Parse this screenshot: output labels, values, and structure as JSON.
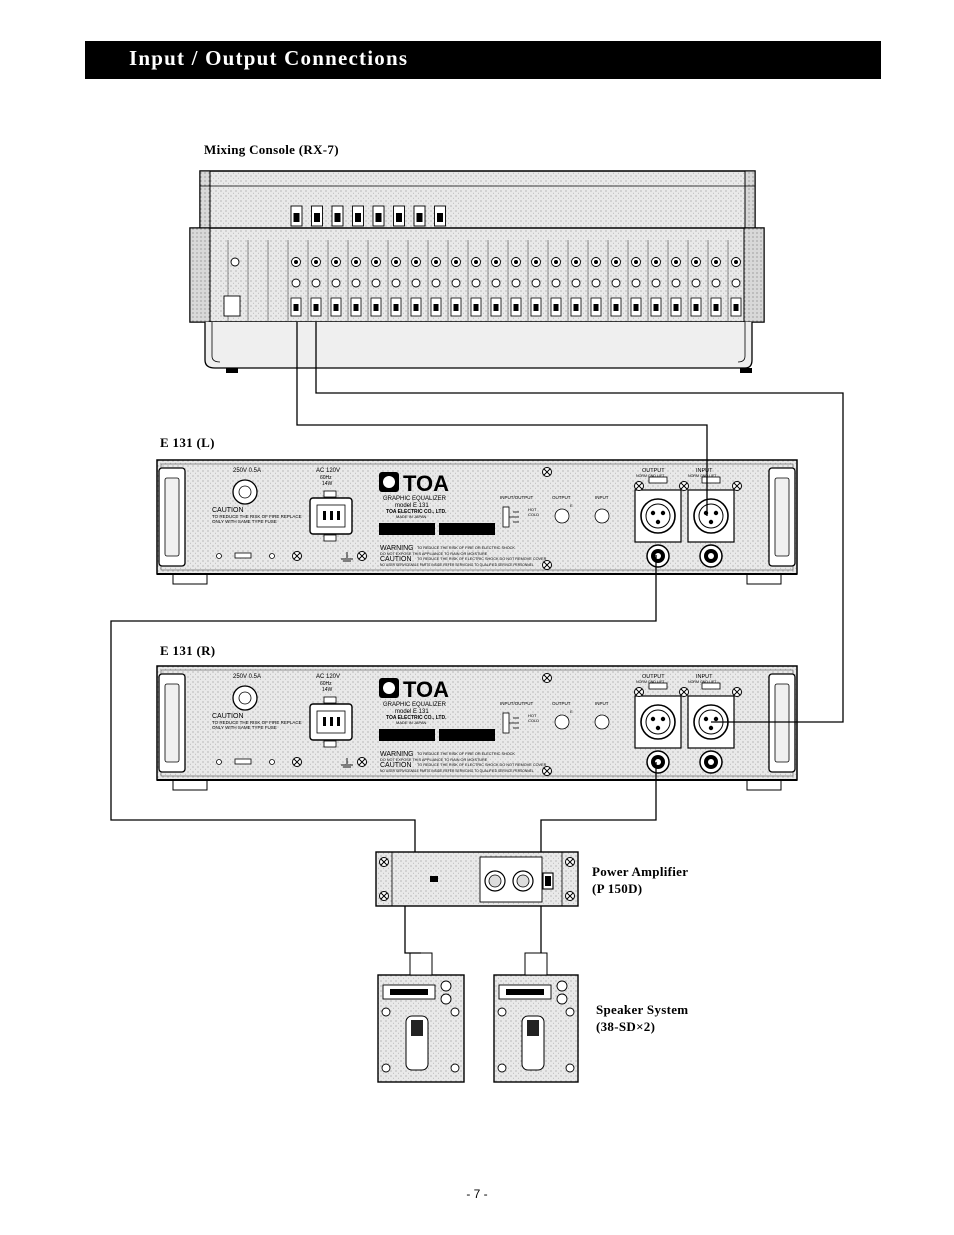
{
  "page": {
    "title": "Input / Output Connections",
    "page_number": "- 7 -"
  },
  "labels": {
    "mixer": "Mixing Console (RX-7)",
    "eq_left": "E 131 (L)",
    "eq_right": "E 131 (R)",
    "amp_line1": "Power Amplifier",
    "amp_line2": "(P 150D)",
    "speaker_line1": "Speaker System",
    "speaker_line2": "(38-SD×2)"
  },
  "equalizer_panel": {
    "fuse": "250V 0.5A",
    "ac_line1": "AC 120V",
    "ac_line2": "60Hz",
    "ac_line3": "14W",
    "caution_title": "CAUTION",
    "caution_l1": "TO REDUCE THE RISK OF FIRE REPLACE",
    "caution_l2": "ONLY WITH SAME TYPE FUSE",
    "brand": "TOA",
    "product": "GRAPHIC EQUALIZER",
    "model": "model E 131",
    "maker": "TOA ELECTRIC CO., LTD.",
    "origin": "MADE IN JAPAN",
    "warning_title": "WARNING",
    "warning_l1": "TO REDUCE THE RISK OF FIRE OR ELECTRIC SHOCK",
    "warning_l2": "DO NOT EXPOSE THIS APPLIANCE TO RAIN OR MOISTURE",
    "caution2_title": "CAUTION",
    "caution2_l1": "TO REDUCE THE RISK OF ELECTRIC SHOCK DO NOT REMOVE COVER",
    "caution2_l2": "NO USER SERVICEABLE PARTS INSIDE REFER SERVICING TO QUALIFIED SERVICE PERSONNEL",
    "io_label": "INPUT/OUTPUT",
    "out_label": "OUTPUT",
    "in_label": "INPUT",
    "hot": "HOT",
    "cold": "COLD",
    "e": "E",
    "output_jack": "OUTPUT",
    "input_jack": "INPUT",
    "lift": "NORM GND LIFT"
  },
  "colors": {
    "ink": "#000000",
    "panel": "#e4e4e4",
    "panel_dark": "#8a8a8a",
    "title_bg": "#000000",
    "title_fg": "#ffffff"
  }
}
